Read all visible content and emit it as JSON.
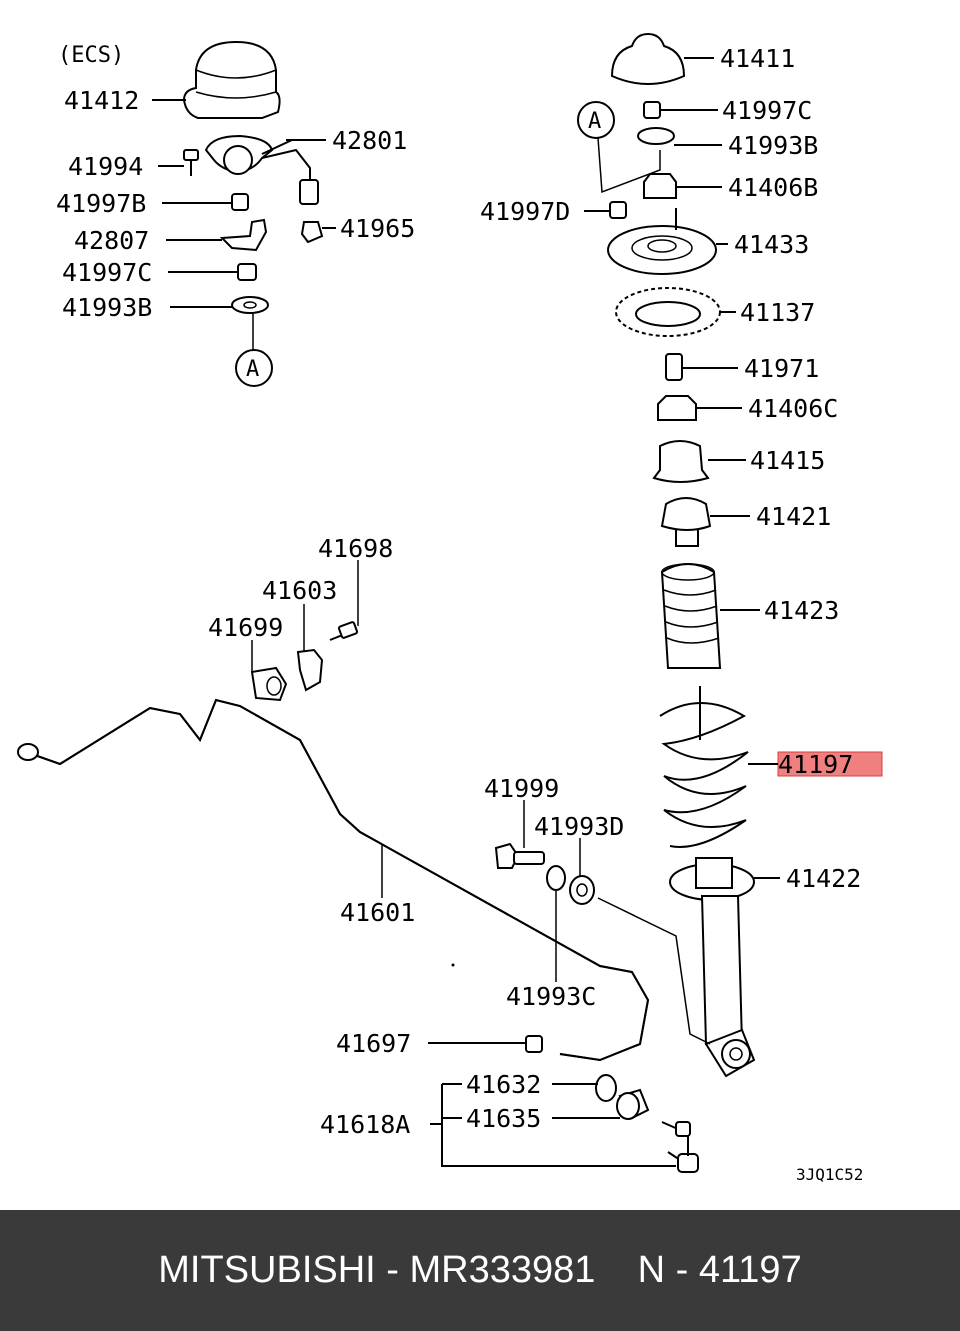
{
  "diagram": {
    "ecs_label": "(ECS)",
    "ref_letter": "A",
    "diagram_code": "3JQ1C52",
    "highlighted_part": "41197",
    "highlight_color": "#f08080",
    "parts": [
      "41412",
      "41994",
      "41997B",
      "42807",
      "41997C",
      "41993B",
      "42801",
      "41965",
      "41411",
      "41997C",
      "41993B",
      "41406B",
      "41997D",
      "41433",
      "41137",
      "41971",
      "41406C",
      "41415",
      "41421",
      "41423",
      "41197",
      "41422",
      "41698",
      "41603",
      "41699",
      "41601",
      "41999",
      "41993D",
      "41993C",
      "41697",
      "41632",
      "41635",
      "41618A"
    ]
  },
  "footer": {
    "text": "MITSUBISHI - MR333981    N - 41197"
  }
}
